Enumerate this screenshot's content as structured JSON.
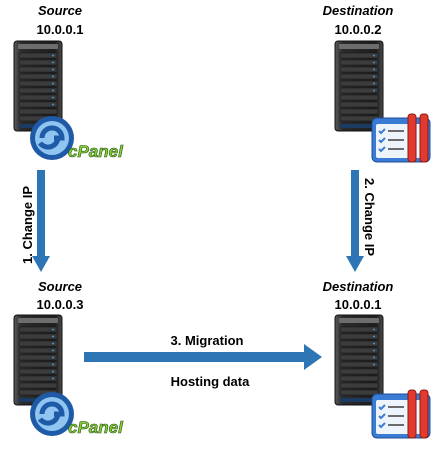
{
  "top_left": {
    "role": "Source",
    "ip": "10.0.0.1",
    "badge": "cPanel"
  },
  "top_right": {
    "role": "Destination",
    "ip": "10.0.0.2"
  },
  "bottom_left": {
    "role": "Source",
    "ip": "10.0.0.3",
    "badge": "cPanel"
  },
  "bottom_right": {
    "role": "Destination",
    "ip": "10.0.0.1"
  },
  "arrows": {
    "left": "1.  Change IP",
    "right": "2. Change IP",
    "migration": "3. Migration",
    "migration_sub": "Hosting data"
  },
  "colors": {
    "arrow": "#2e75b6",
    "server_body": "#2a2a2a",
    "cpanel_blue": "#1f5aa6",
    "cpanel_text": "#7fd134",
    "task_red": "#e23a2e"
  }
}
